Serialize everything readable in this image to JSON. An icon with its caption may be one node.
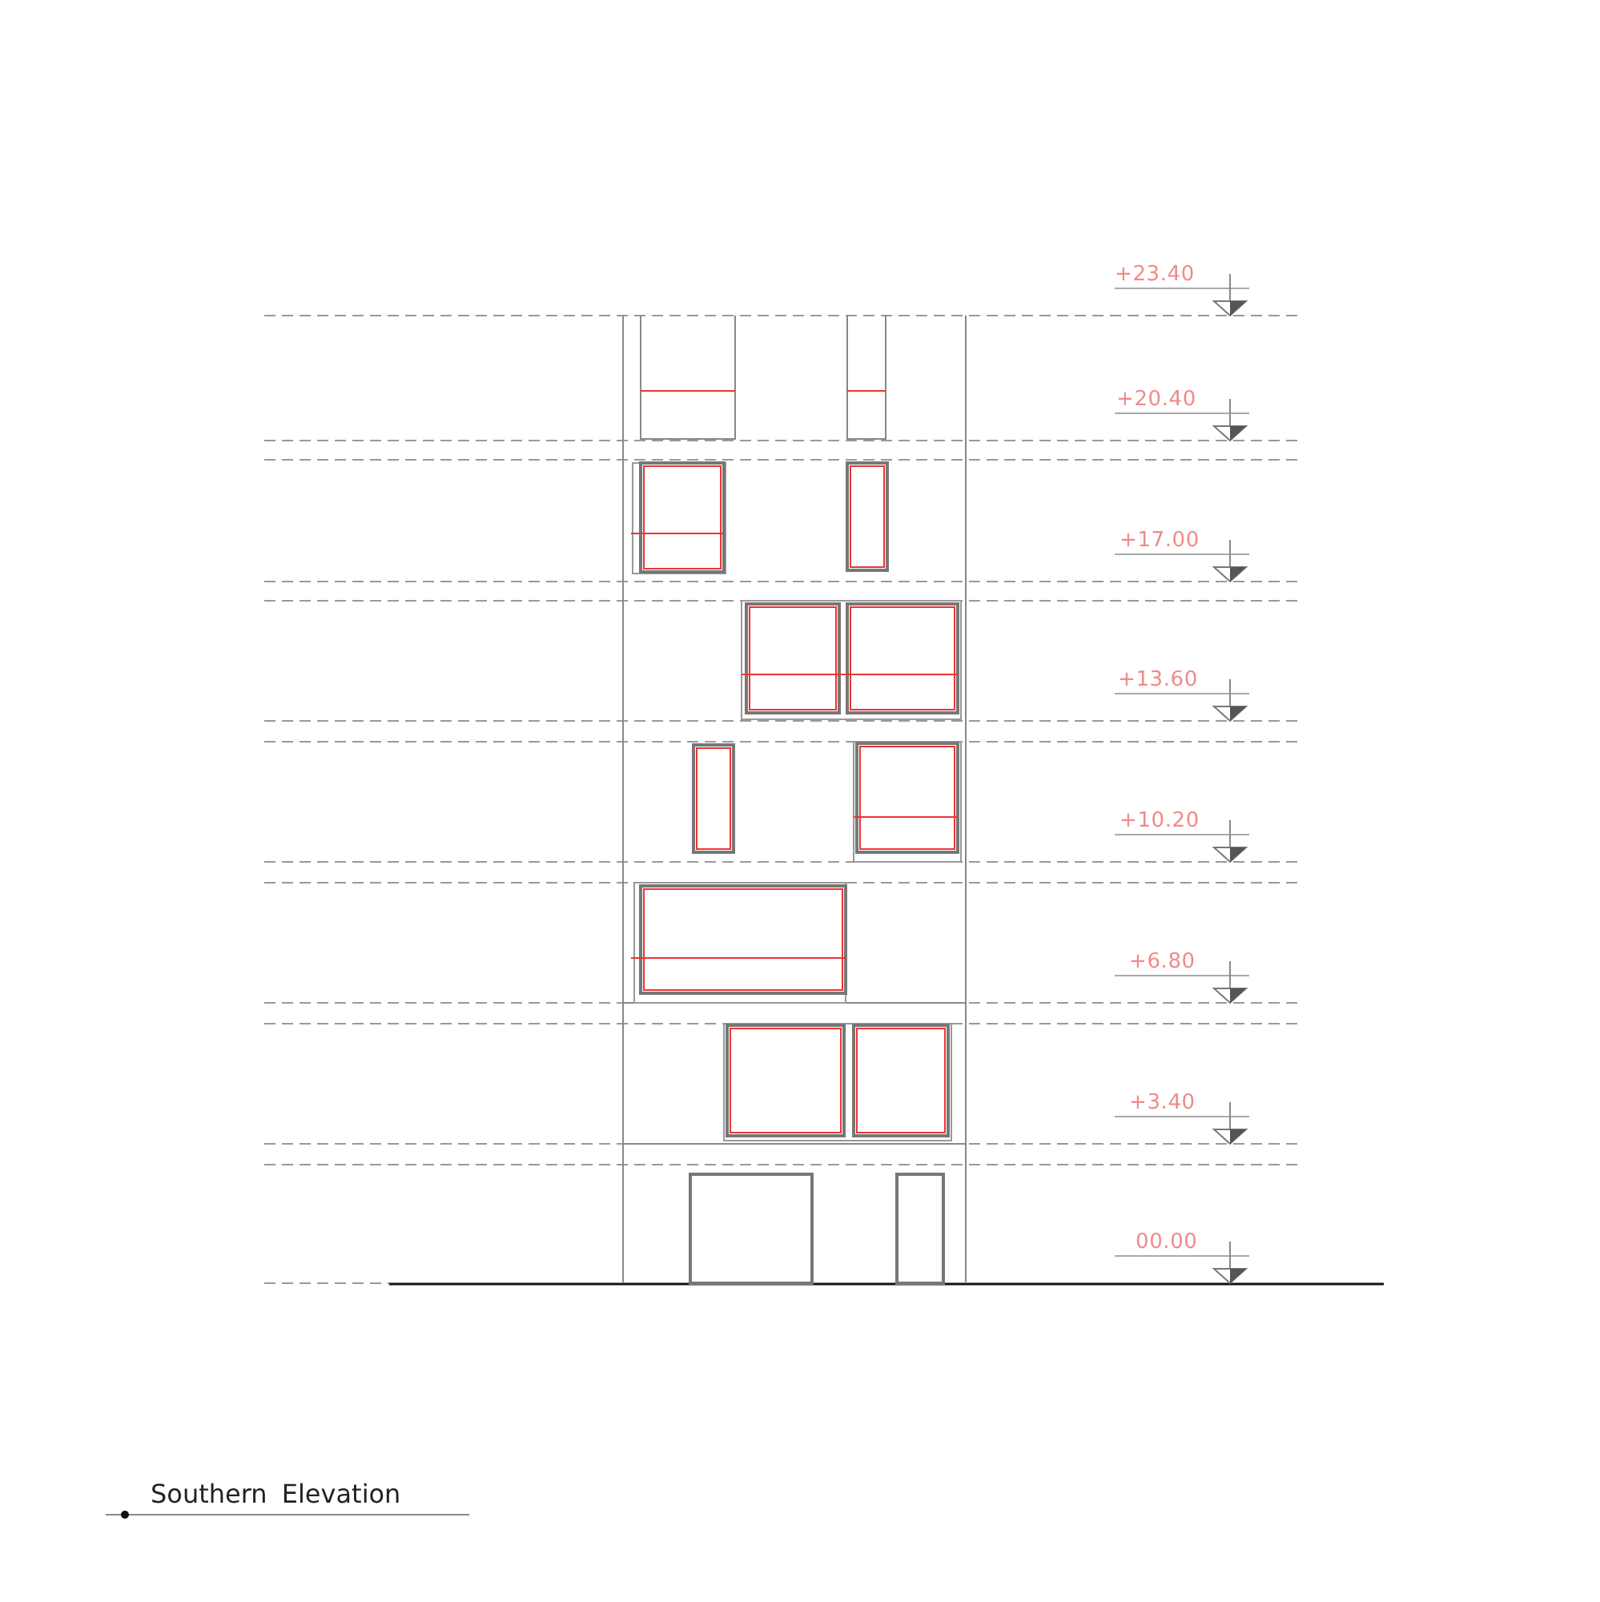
{
  "diagram": {
    "title": "Southern Elevation",
    "labels": [
      "+23.40",
      "+20.40",
      "+17.00",
      "+13.60",
      "+10.20",
      "+6.80",
      "+3.40",
      "00.00"
    ]
  }
}
